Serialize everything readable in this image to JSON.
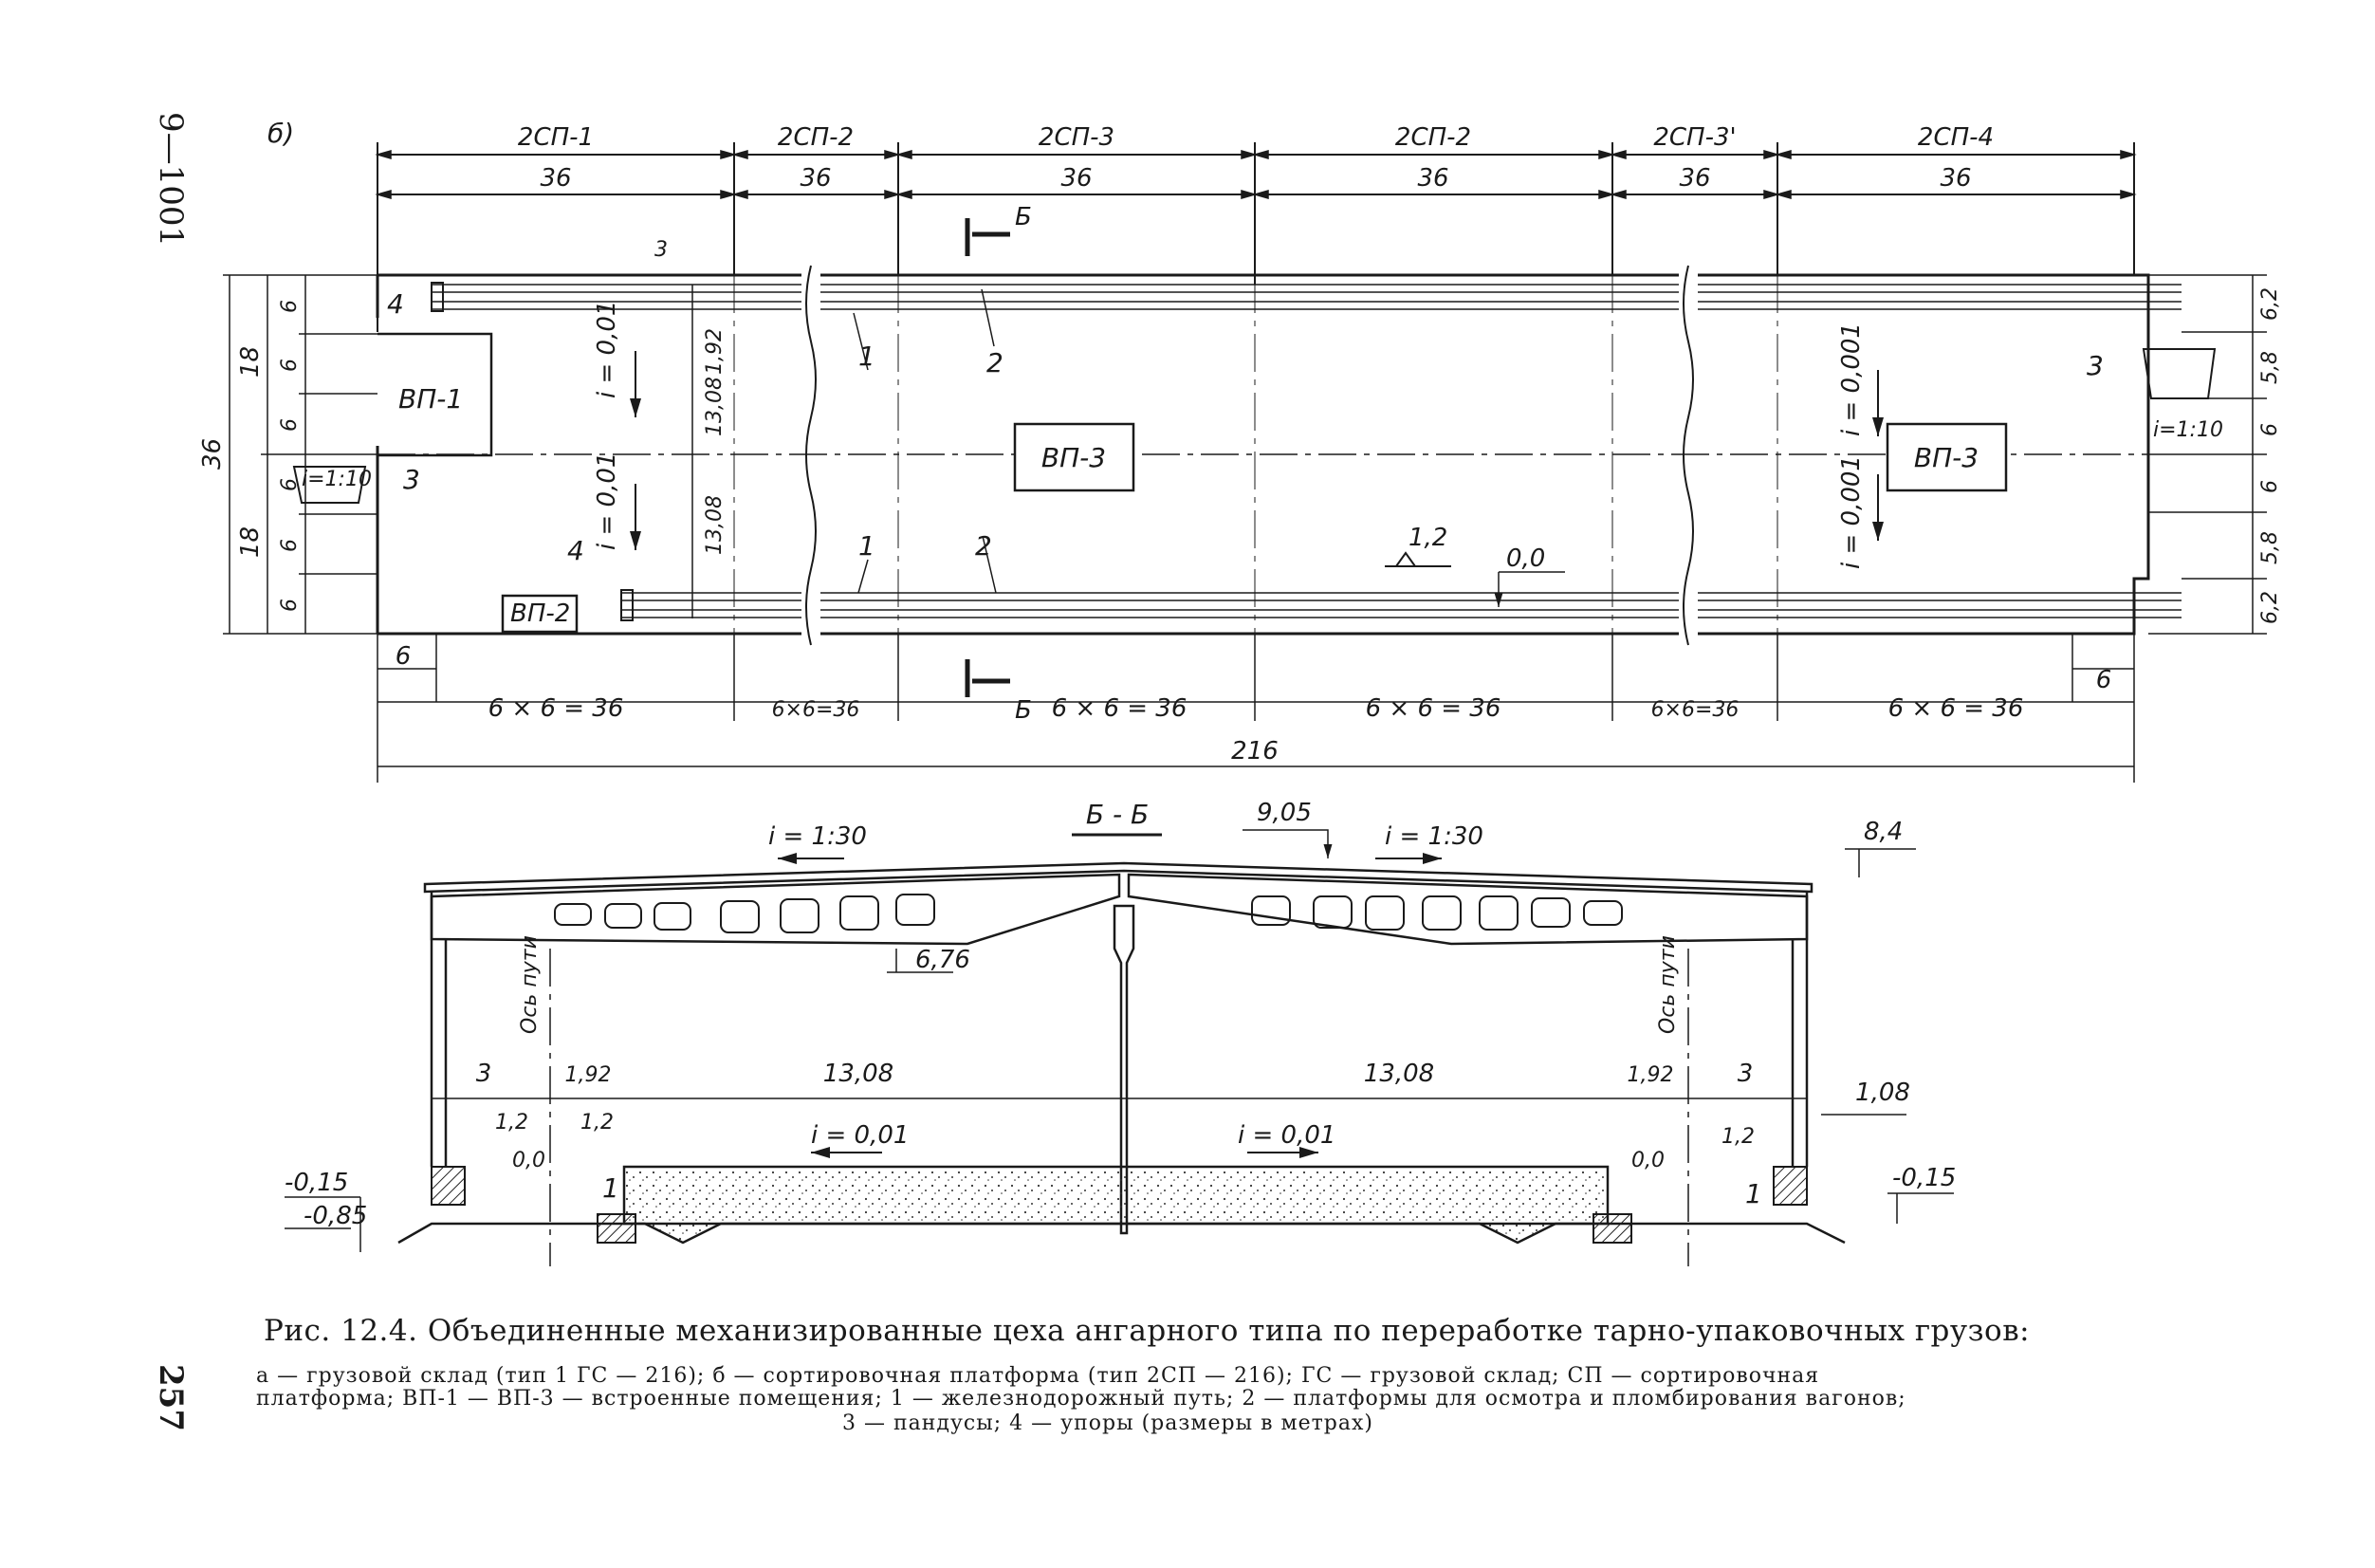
{
  "sheet_code": "9—1001",
  "page_number": "257",
  "plan": {
    "part_label": "б)",
    "top_modules": [
      "2СП-1",
      "2СП-2",
      "2СП-3",
      "2СП-2",
      "2СП-3'",
      "2СП-4"
    ],
    "top_lengths": [
      "36",
      "36",
      "36",
      "36",
      "36",
      "36"
    ],
    "bottom_lengths": [
      "6 × 6 = 36",
      "6×6=36",
      "6 × 6 = 36",
      "6 × 6 = 36",
      "6×6=36",
      "6 × 6 = 36"
    ],
    "total_length": "216",
    "end_bay_left": "6",
    "end_bay_right": "6",
    "left_dims": {
      "total": "36",
      "halves": [
        "18",
        "18"
      ],
      "bays": [
        "6",
        "6",
        "6",
        "6",
        "6",
        "6"
      ]
    },
    "right_dims": [
      "6,2",
      "5,8",
      "6",
      "6",
      "5,8",
      "6,2"
    ],
    "inner_dims": {
      "track_gap": "1,92",
      "platform": [
        "13,08",
        "13,08"
      ],
      "offset": "3"
    },
    "rooms": {
      "vp1": "ВП-1",
      "vp2": "ВП-2",
      "vp3_mid": "ВП-3",
      "vp3_right": "ВП-3"
    },
    "slopes": {
      "left_top": "i = 0,01",
      "left_bottom": "i = 0,01",
      "right_top": "i = 0,001",
      "right_bottom": "i = 0,001",
      "ramp_left": "i=1:10",
      "ramp_right": "i=1:10"
    },
    "marks": {
      "platform_level": "1,2",
      "floor_level": "0,0"
    },
    "callouts": [
      "1",
      "2",
      "3",
      "4",
      "1",
      "2",
      "3",
      "4"
    ],
    "section_mark": "Б"
  },
  "section": {
    "title": "Б - Б",
    "roof_slope_left": "i = 1:30",
    "roof_slope_right": "i = 1:30",
    "ridge_level": "9,05",
    "eave_level": "8,4",
    "truss_level": "6,76",
    "axis_label": "Ось пути",
    "dims": [
      "3",
      "1,92",
      "13,08",
      "13,08",
      "1,92",
      "3"
    ],
    "wall_offset": "1,08",
    "floor_slope_left": "i = 0,01",
    "floor_slope_right": "i = 0,01",
    "levels": {
      "platform": "1,2",
      "rail": "0,0",
      "ground_left": "-0,15",
      "ground_left_low": "-0,85",
      "ground_right": "-0,15"
    },
    "callout": "1"
  },
  "caption": {
    "title": "Рис. 12.4. Объединенные механизированные цеха ангарного типа по переработке тарно-упаковочных грузов:",
    "legend_line1": "а — грузовой склад (тип 1 ГС — 216); б — сортировочная платформа (тип 2СП — 216); ГС — грузовой склад; СП — сортировочная",
    "legend_line2": "платформа; ВП-1 — ВП-3 — встроенные помещения; 1 — железнодорожный путь; 2 — платформы для осмотра и пломбирования вагонов;",
    "legend_line3": "3 — пандусы; 4 — упоры (размеры в метрах)"
  }
}
